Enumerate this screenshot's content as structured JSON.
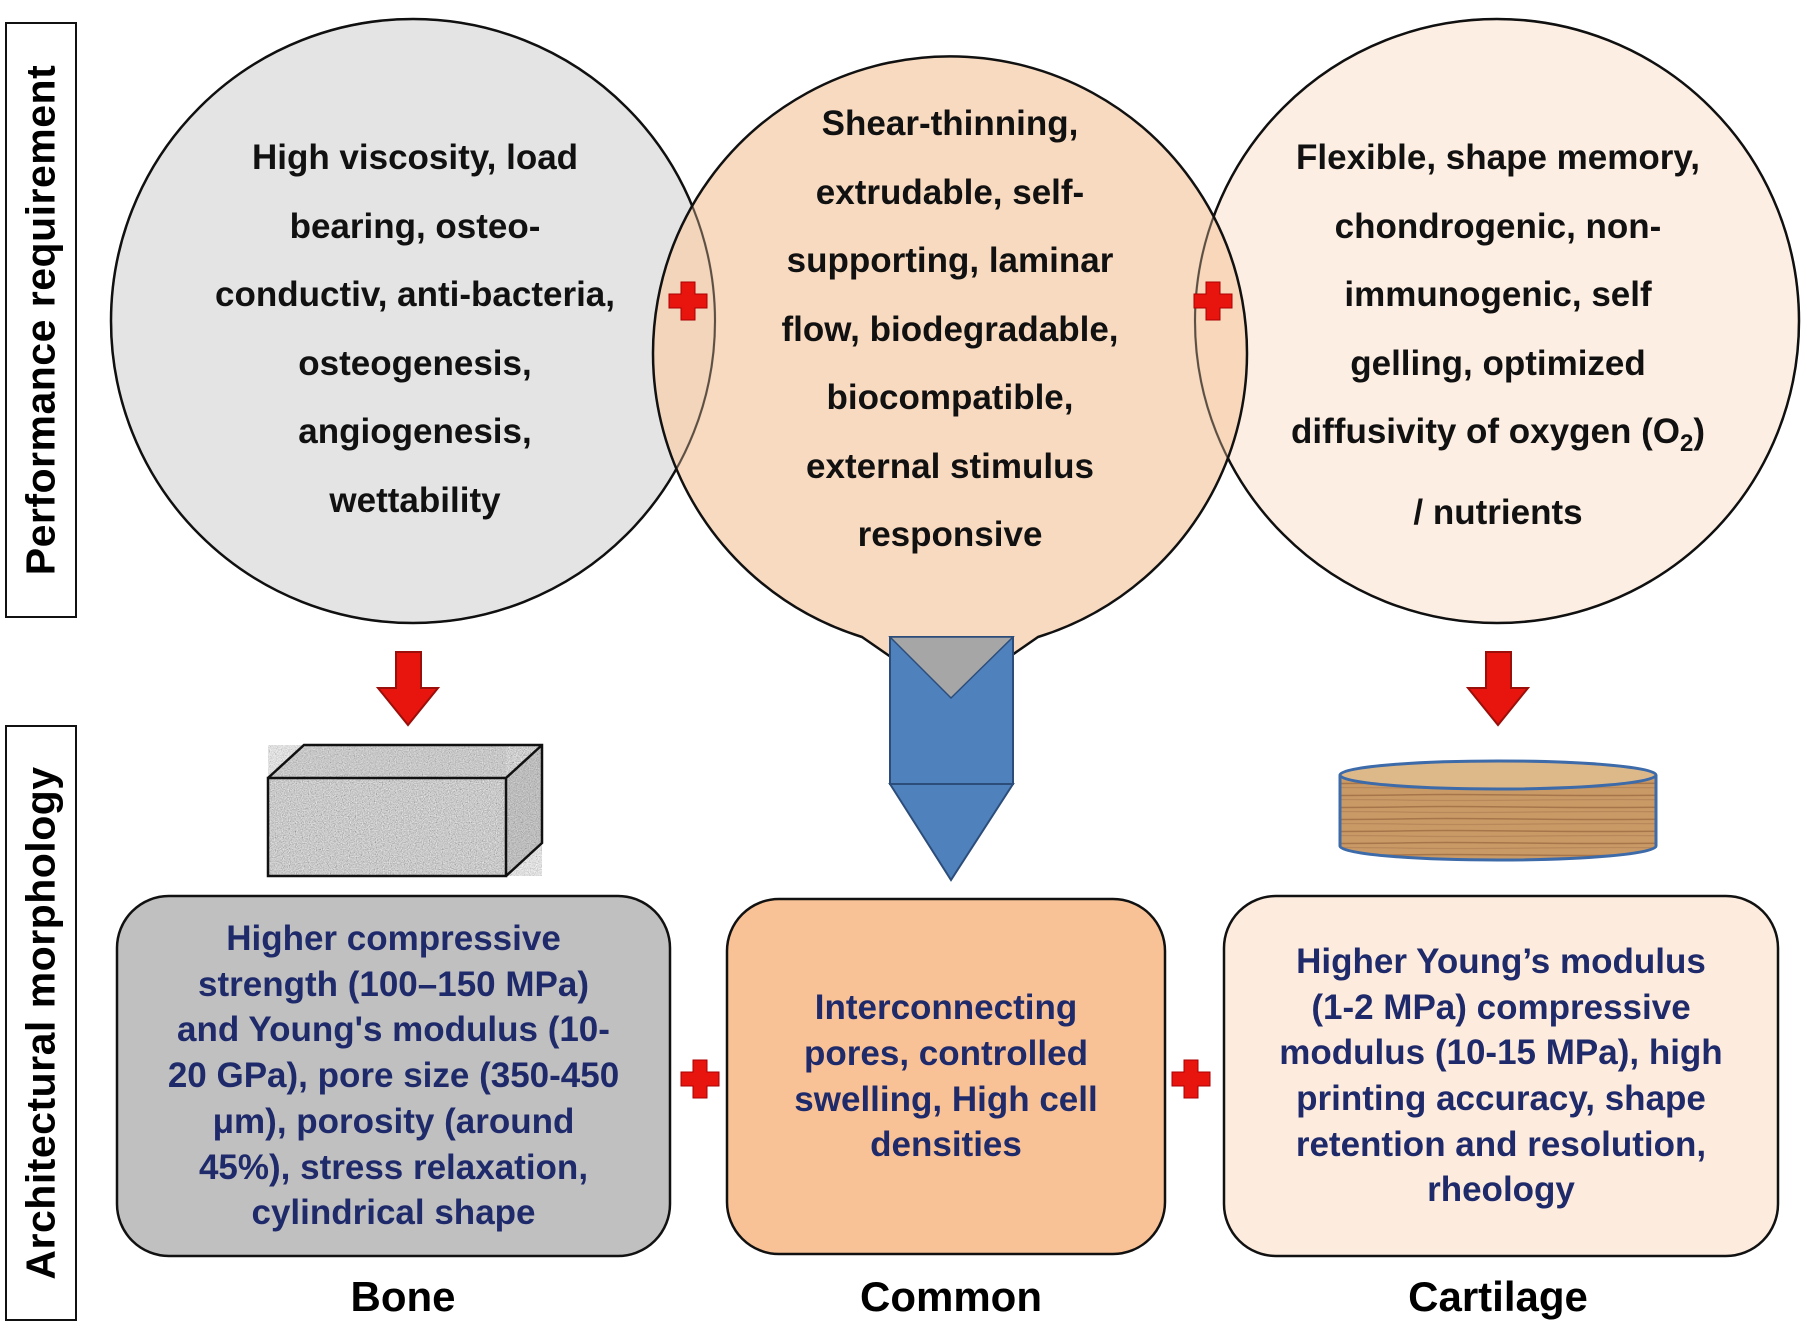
{
  "side_labels": {
    "top": "Performance requirement",
    "bottom": "Architectural morphology"
  },
  "circles": {
    "bone": {
      "lines": [
        "High viscosity, load",
        "bearing, osteo-",
        "conductiv, anti-bacteria,",
        "osteogenesis,",
        "angiogenesis,",
        "wettability"
      ],
      "color": "#e4e4e4"
    },
    "common": {
      "lines": [
        "Shear-thinning,",
        "extrudable, self-",
        "supporting, laminar",
        "flow, biodegradable,",
        "biocompatible,",
        "external stimulus",
        "responsive"
      ],
      "color": "#f9dcc3"
    },
    "cartilage": {
      "lines": [
        "Flexible, shape memory,",
        "chondrogenic, non-",
        "immunogenic, self",
        "gelling, optimized"
      ],
      "line5_prefix": "diffusivity of oxygen (O",
      "line5_sub": "2",
      "line5_suffix": ")",
      "line6": "/ nutrients",
      "color": "#fcede1"
    }
  },
  "boxes": {
    "bone": {
      "lines": [
        "Higher compressive",
        "strength (100–150 MPa)",
        "and Young's modulus (10-",
        "20 GPa), pore size (350-450",
        "μm), porosity (around",
        "45%), stress relaxation,",
        "cylindrical shape"
      ],
      "color": "#c0c0c0"
    },
    "common": {
      "lines": [
        "Interconnecting",
        "pores, controlled",
        "swelling, High cell",
        "densities"
      ],
      "color": "#f8c296"
    },
    "cartilage": {
      "lines": [
        "Higher Young’s modulus",
        "(1-2 MPa) compressive",
        "modulus (10-15 MPa), high",
        "printing accuracy, shape",
        "retention and resolution,",
        "rheology"
      ],
      "color": "#fdecde"
    }
  },
  "column_labels": {
    "bone": "Bone",
    "common": "Common",
    "cartilage": "Cartilage"
  },
  "colors": {
    "arrow": "#e8150f",
    "plus": "#e8150f",
    "nozzle": "#4f81bd",
    "text_blue": "#1f2a6b"
  },
  "icons": {
    "bone_model": "speckled-block-icon",
    "cartilage_model": "wood-disc-icon",
    "nozzle": "print-nozzle-icon",
    "plus": "plus-icon",
    "arrow": "down-arrow-icon"
  }
}
